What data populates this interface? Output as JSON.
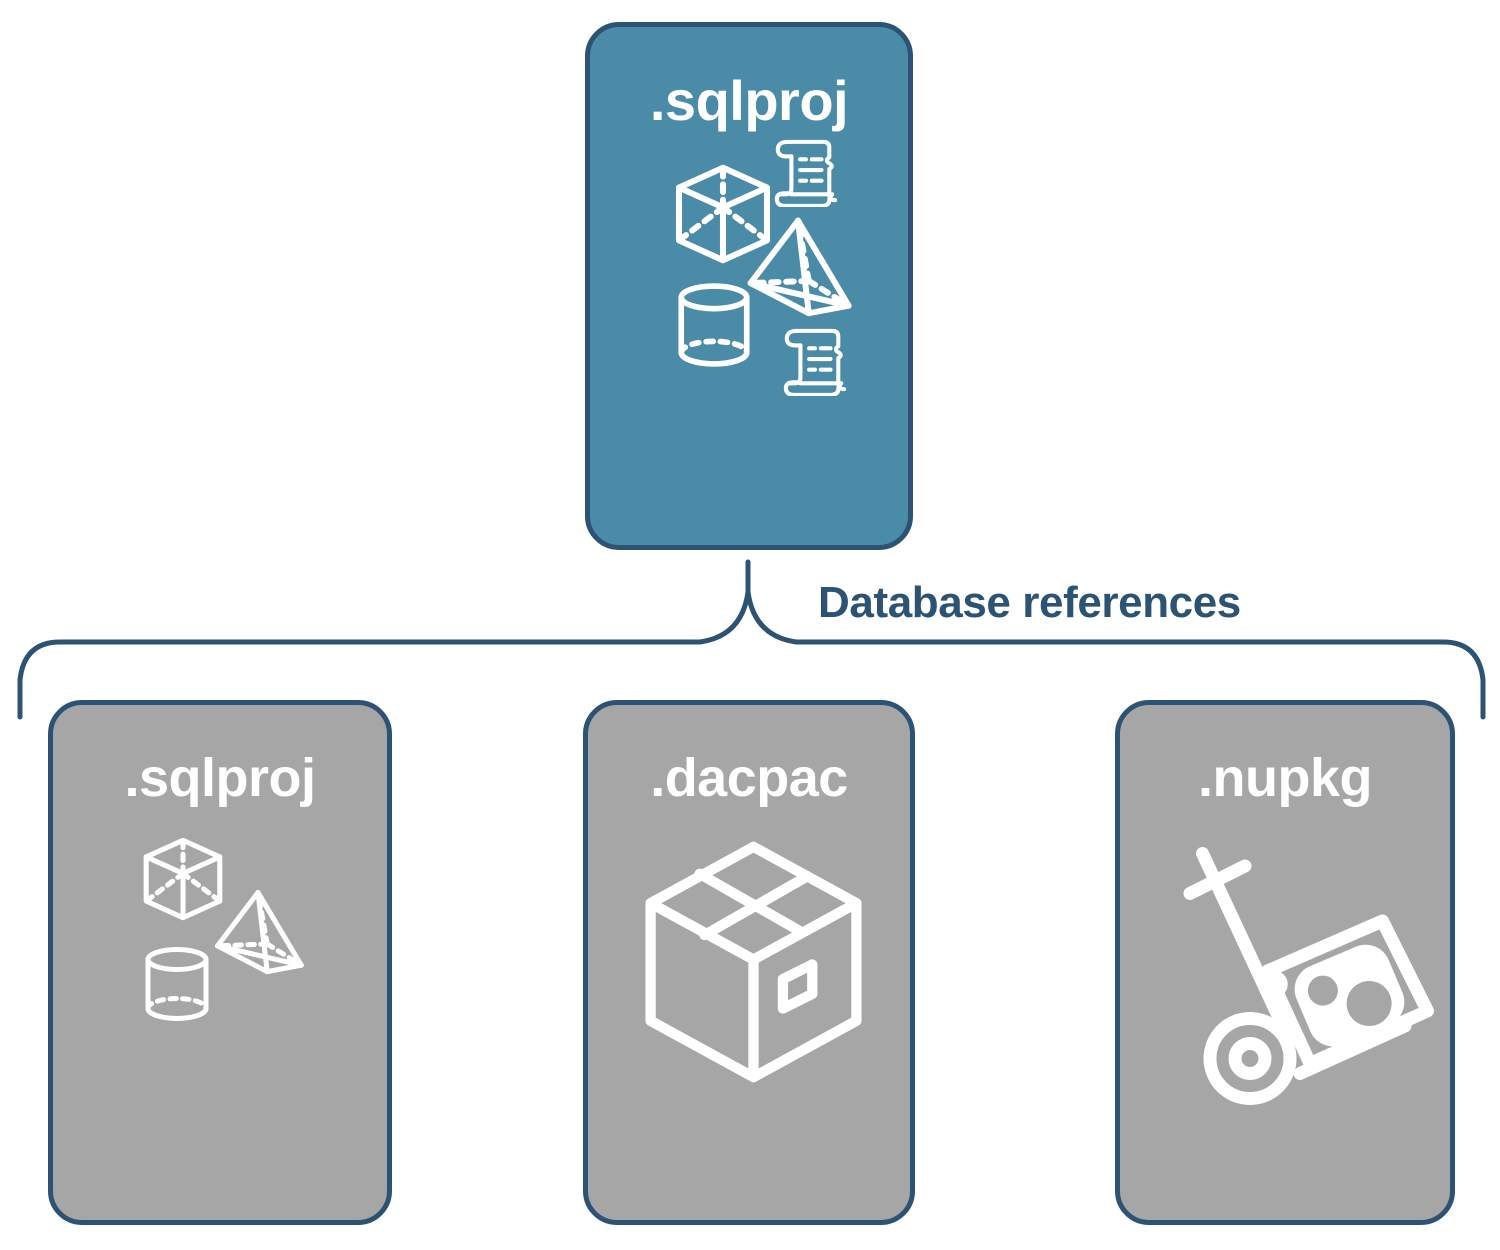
{
  "diagram": {
    "title": "Database references",
    "colors": {
      "primary_fill": "#4a8ba8",
      "secondary_fill": "#a6a6a6",
      "stroke": "#2c5274",
      "icon": "#ffffff",
      "background": "#ffffff"
    },
    "root_node": {
      "label": ".sqlproj",
      "fill": "primary",
      "icons": [
        "cube-icon",
        "scroll-icon",
        "pyramid-icon",
        "cylinder-icon",
        "scroll-icon"
      ]
    },
    "connector": {
      "type": "curly-brace",
      "label": "Database references",
      "orientation": "top-to-bottom"
    },
    "child_nodes": [
      {
        "label": ".sqlproj",
        "fill": "secondary",
        "icons": [
          "cube-icon",
          "pyramid-icon",
          "cylinder-icon"
        ]
      },
      {
        "label": ".dacpac",
        "fill": "secondary",
        "icons": [
          "shipping-box-icon"
        ]
      },
      {
        "label": ".nupkg",
        "fill": "secondary",
        "icons": [
          "hand-truck-icon",
          "nuget-package-icon"
        ]
      }
    ]
  }
}
